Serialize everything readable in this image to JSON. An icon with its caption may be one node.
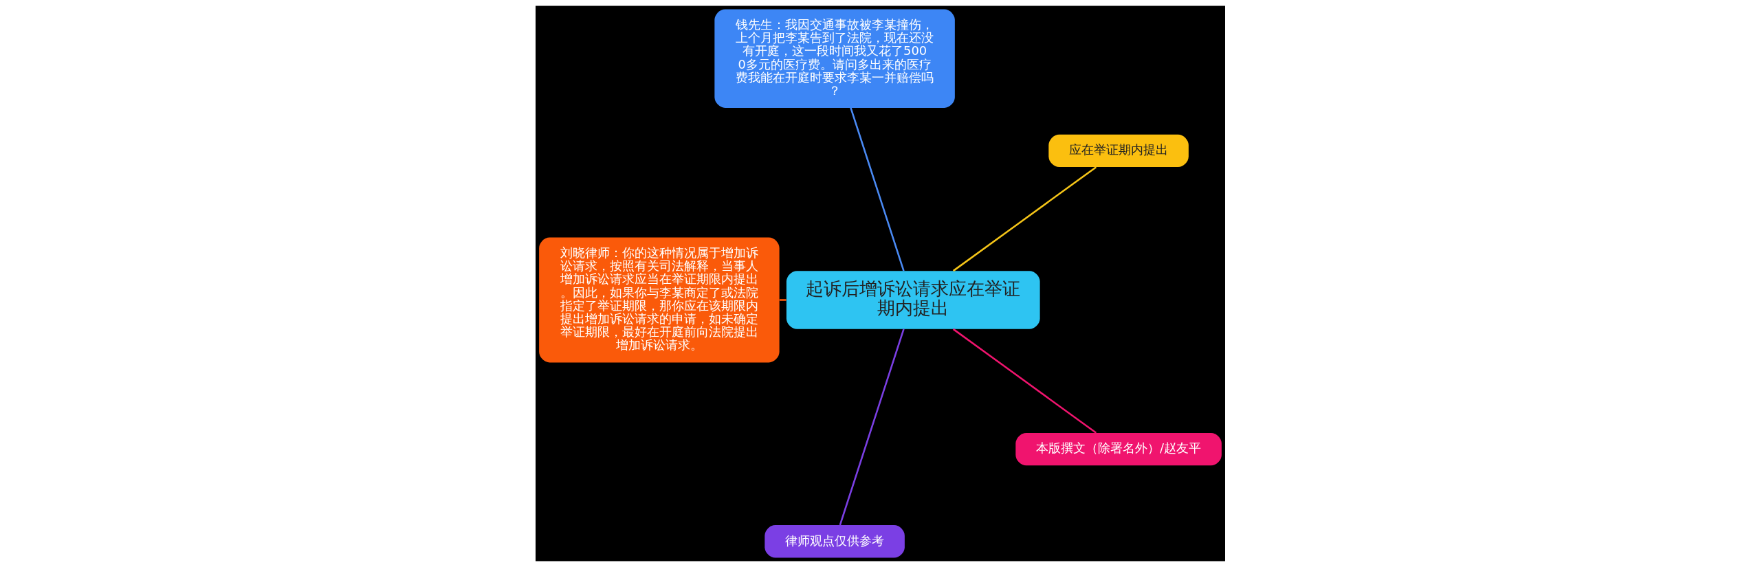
{
  "diagram": {
    "nodes": [
      {
        "text": [
          "起诉后增诉讼请求应在举证期内提出"
        ]
      },
      {
        "text": [
          "应在举证期内提出"
        ]
      },
      {
        "text": [
          "钱先生：我因交通事故被李某撞伤，上个月把李某告到了法院，现在还没有开庭，这一段时间我又花了5000多元的医疗费。请问多出来的医疗费我能在开庭时要求李某一并赔偿吗？"
        ]
      },
      {
        "text": [
          "刘晓律师：你的这种情况属于增加诉讼请求，按照有关司法解释，当事人增加诉讼请求应当在举证期限内提出。因此，如果你与李某商定了或法院指定了举证期限，那你应在该期限内提出增加诉讼请求的申请，如未确定举证期限，最好在开庭前向法院提出增加诉讼请求。"
        ]
      },
      {
        "text": [
          "律师观点仅供参考"
        ]
      },
      {
        "text": [
          "本版撰文（除署名外）/赵友平"
        ]
      }
    ],
    "edges": [
      {
        "from": 0,
        "to": 1,
        "arrow": "none",
        "color": "#f5c518"
      },
      {
        "from": 0,
        "to": 2,
        "arrow": "none",
        "color": "#4a8af4"
      },
      {
        "from": 0,
        "to": 3,
        "arrow": "none",
        "color": "#fa5a0a"
      },
      {
        "from": 0,
        "to": 4,
        "arrow": "none",
        "color": "#7b3fe4"
      },
      {
        "from": 0,
        "to": 5,
        "arrow": "none",
        "color": "#f0146e"
      }
    ]
  }
}
